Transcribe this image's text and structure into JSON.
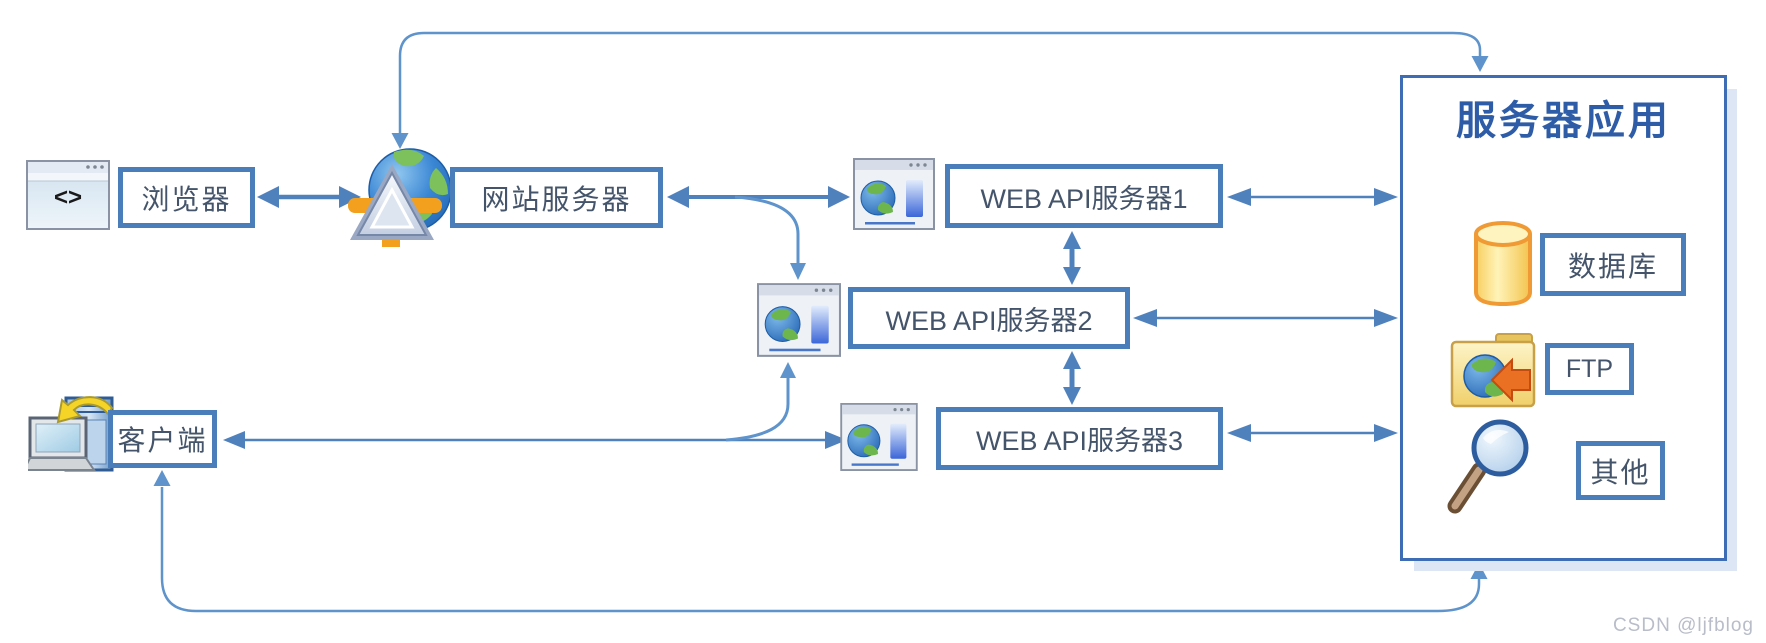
{
  "colors": {
    "connector": "#5e93cb",
    "arrow": "#4f81bd",
    "node_border": "#4a7ebb",
    "label_text": "#44546a",
    "panel_border": "#3f6db5",
    "panel_title_color": "#2e5ca6",
    "panel_shadow": "#dce6f4"
  },
  "nodes": {
    "browser": {
      "label": "浏览器",
      "icon": "code-browser-window-icon",
      "glyph": "<>"
    },
    "web_server": {
      "label": "网站服务器",
      "icon": "iis-globe-icon"
    },
    "api_server_1": {
      "label": "WEB API服务器1",
      "icon": "web-page-icon"
    },
    "api_server_2": {
      "label": "WEB API服务器2",
      "icon": "web-page-icon"
    },
    "api_server_3": {
      "label": "WEB API服务器3",
      "icon": "web-page-icon"
    },
    "client": {
      "label": "客户端",
      "icon": "client-computer-icon"
    }
  },
  "panel": {
    "title": "服务器应用",
    "items": [
      {
        "label": "数据库",
        "icon": "database-icon"
      },
      {
        "label": "FTP",
        "icon": "ftp-folder-icon"
      },
      {
        "label": "其他",
        "icon": "magnifier-icon"
      }
    ]
  },
  "watermark": "CSDN @ljfblog"
}
